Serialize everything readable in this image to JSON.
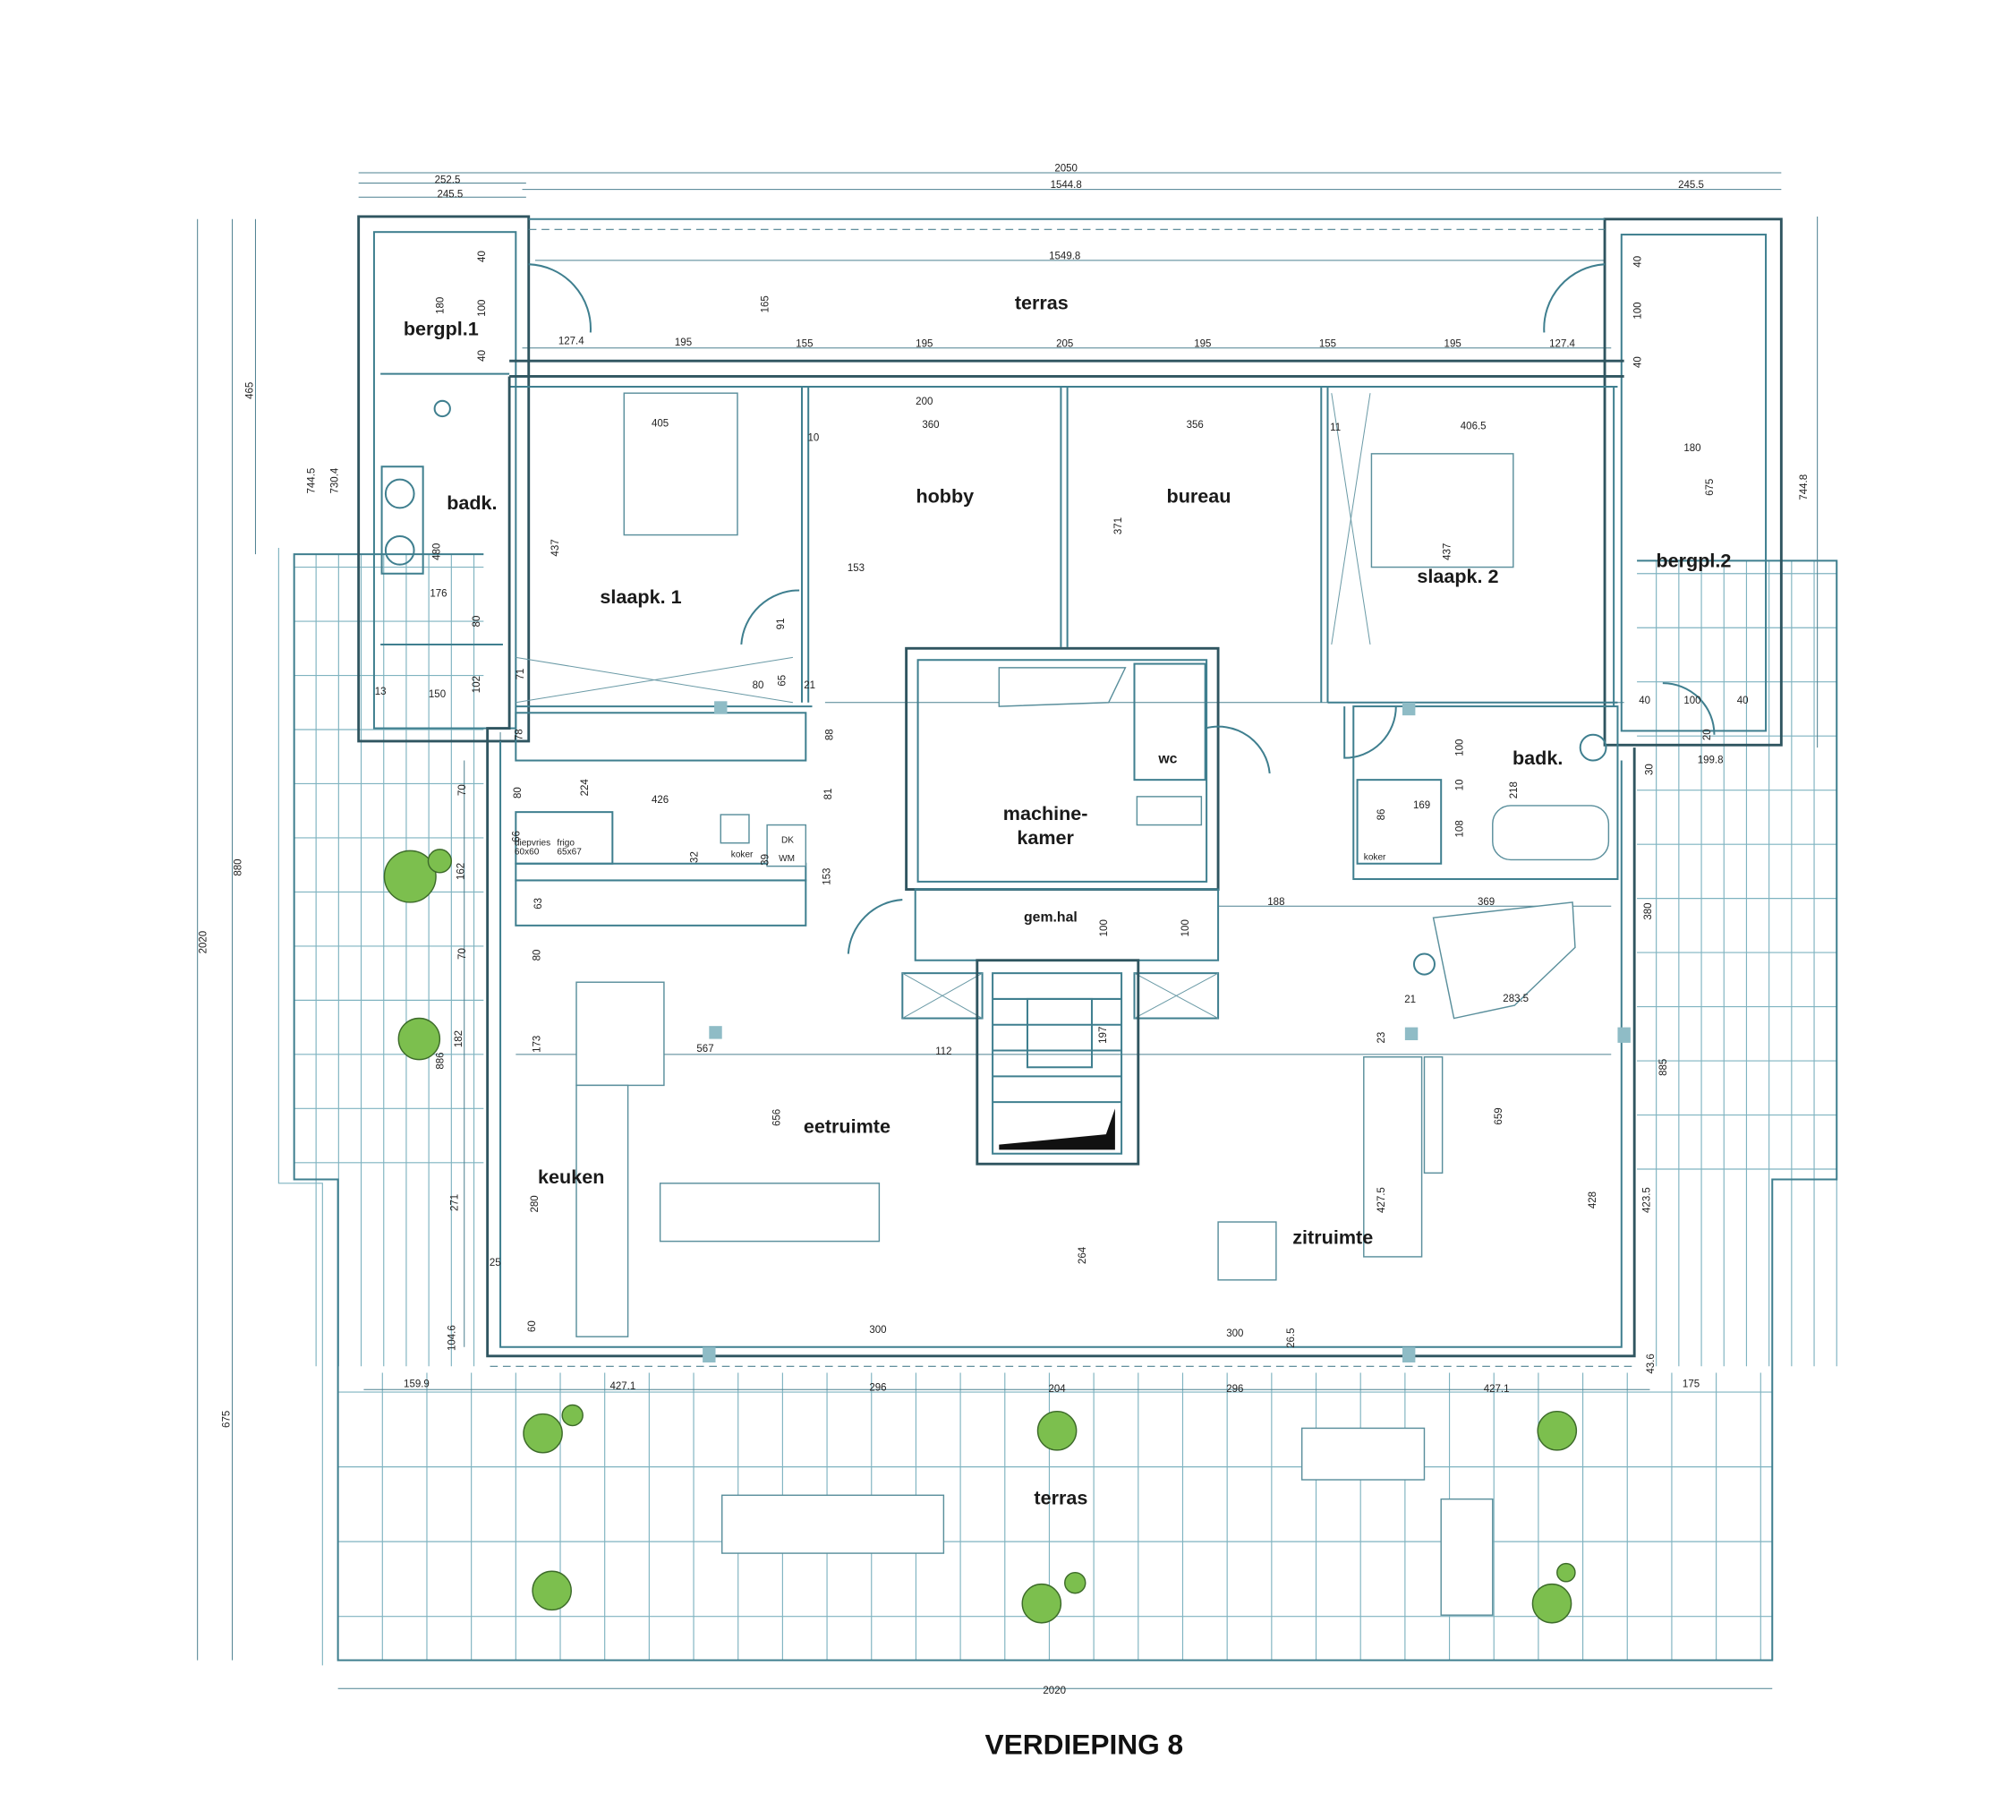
{
  "title": "VERDIEPING 8",
  "rooms": {
    "terras_top": "terras",
    "bergpl1": "bergpl.1",
    "badk_left": "badk.",
    "slaapk1": "slaapk. 1",
    "hobby": "hobby",
    "bureau": "bureau",
    "slaapk2": "slaapk. 2",
    "bergpl2": "bergpl.2",
    "wc": "wc",
    "machinekamer_1": "machine-",
    "machinekamer_2": "kamer",
    "gemhal": "gem.hal",
    "badk_right": "badk.",
    "eetruimte": "eetruimte",
    "keuken": "keuken",
    "zitruimte": "zitruimte",
    "terras_bottom": "terras"
  },
  "fixtures": {
    "diepvries": "diepvries",
    "diepvries_size": "60x60",
    "frigo": "frigo",
    "frigo_size": "65x67",
    "koker_kitchen": "koker",
    "dk": "DK",
    "wm": "WM",
    "koker_bath": "koker"
  },
  "dims": [
    "2050",
    "1544.8",
    "252.5",
    "245.5",
    "245.5",
    "1549.8",
    "127.4",
    "195",
    "155",
    "195",
    "205",
    "195",
    "155",
    "195",
    "127.4",
    "200",
    "405",
    "360",
    "356",
    "11",
    "406.5",
    "10",
    "153",
    "176",
    "180",
    "80",
    "21",
    "13",
    "150",
    "40",
    "100",
    "40",
    "426",
    "169",
    "188",
    "369",
    "567",
    "112",
    "21",
    "283.5",
    "25",
    "300",
    "300",
    "199.8",
    "159.9",
    "427.1",
    "296",
    "204",
    "296",
    "427.1",
    "175",
    "2020",
    "465",
    "744.5",
    "730.4",
    "880",
    "2020",
    "675",
    "180",
    "100",
    "40",
    "40",
    "165",
    "480",
    "80",
    "102",
    "437",
    "91",
    "71",
    "65",
    "371",
    "437",
    "675",
    "744.8",
    "40",
    "100",
    "40",
    "78",
    "88",
    "80",
    "224",
    "70",
    "81",
    "66",
    "32",
    "39",
    "162",
    "153",
    "63",
    "70",
    "80",
    "182",
    "886",
    "173",
    "656",
    "271",
    "280",
    "104.6",
    "60",
    "264",
    "26.5",
    "197",
    "100",
    "100",
    "100",
    "10",
    "86",
    "108",
    "218",
    "380",
    "20",
    "30",
    "23",
    "885",
    "659",
    "427.5",
    "428",
    "423.5",
    "43.6"
  ],
  "colors": {
    "wall": "#3f7f8f",
    "tree": "#7cbf4e",
    "tree_edge": "#3d6b2a",
    "column": "#8fbcc6"
  }
}
